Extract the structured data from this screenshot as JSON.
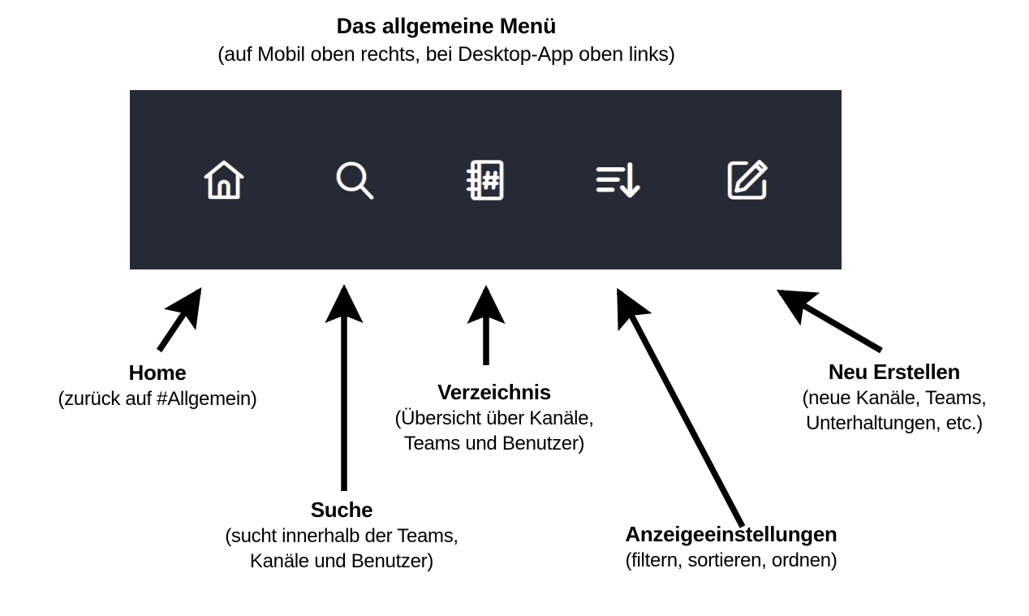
{
  "header": {
    "title": "Das allgemeine Menü",
    "subtitle": "(auf Mobil oben rechts, bei Desktop-App oben links)"
  },
  "toolbar": {
    "background_color": "#262a35",
    "icon_color": "#ffffff",
    "items": [
      {
        "icon": "home-icon",
        "name": "Home"
      },
      {
        "icon": "search-icon",
        "name": "Suche"
      },
      {
        "icon": "directory-icon",
        "name": "Verzeichnis"
      },
      {
        "icon": "sort-down-icon",
        "name": "Anzeigeeinstellungen"
      },
      {
        "icon": "compose-icon",
        "name": "Neu Erstellen"
      }
    ]
  },
  "callouts": [
    {
      "id": "home",
      "title": "Home",
      "desc_lines": [
        "(zurück auf #Allgemein)"
      ]
    },
    {
      "id": "suche",
      "title": "Suche",
      "desc_lines": [
        "(sucht innerhalb der Teams,",
        "Kanäle und Benutzer)"
      ]
    },
    {
      "id": "verzeichnis",
      "title": "Verzeichnis",
      "desc_lines": [
        "(Übersicht über Kanäle,",
        "Teams und Benutzer)"
      ]
    },
    {
      "id": "anzeigeeinstellungen",
      "title": "Anzeigeeinstellungen",
      "desc_lines": [
        "(filtern, sortieren, ordnen)"
      ]
    },
    {
      "id": "neu-erstellen",
      "title": "Neu Erstellen",
      "desc_lines": [
        "(neue Kanäle, Teams,",
        "Unterhaltungen, etc.)"
      ]
    }
  ],
  "colors": {
    "page_background": "#ffffff",
    "text": "#000000",
    "toolbar_background": "#262a35",
    "arrow": "#000000"
  }
}
